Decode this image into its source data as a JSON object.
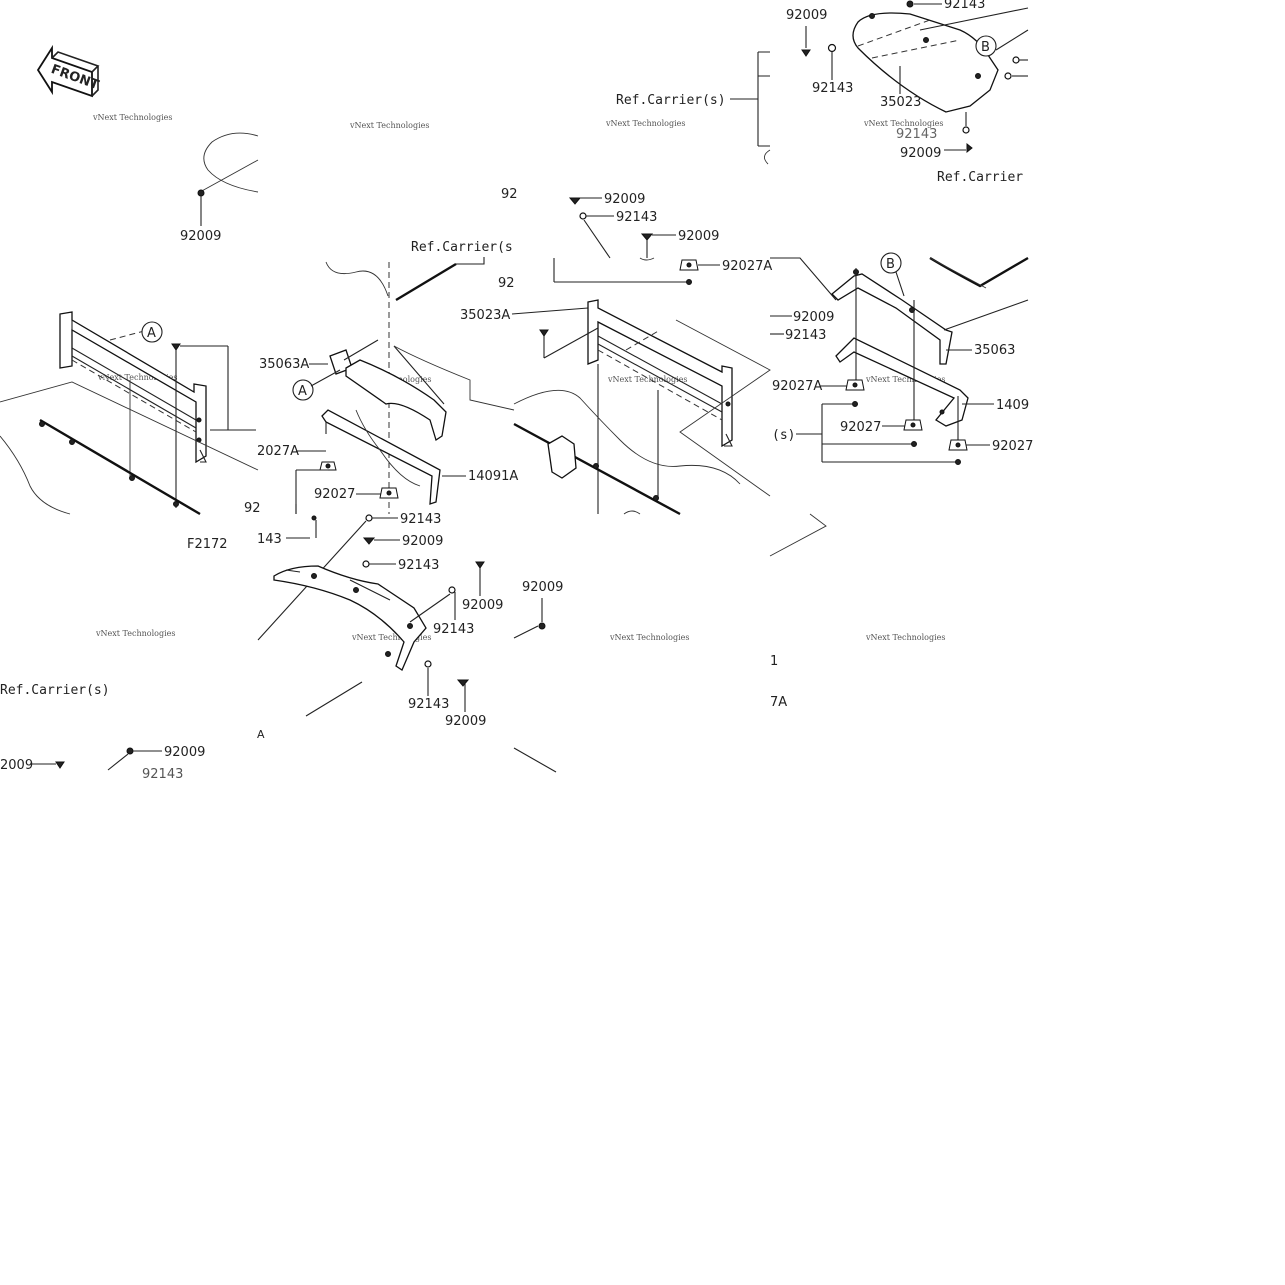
{
  "front_label": "FRONT",
  "figure_code": "F2172",
  "watermark": [
    "vNext Technologies",
    "vNext Technologies"
  ],
  "callouts": {
    "a": "A",
    "b": "B"
  },
  "labels": {
    "p92009_a": "92009",
    "p92143_a": "92143",
    "p92143_b": "92143",
    "p35023": "35023",
    "p92009_b": "92009",
    "p92143_c": "92143",
    "ref_carrier_a": "Ref.Carrier(s)",
    "ref_carrier_b": "Ref.Carrier",
    "p92009_c": "92009",
    "p92009_d": "92009",
    "p92143_d": "92143",
    "p92009_e": "92009",
    "p92027a_a": "92027A",
    "ref_carrier_c": "Ref.Carrier(s",
    "p92_a": "92",
    "p92_b": "92",
    "p35023a": "35023A",
    "p35063a": "35063A",
    "p92009_f": "92009",
    "p92143_e": "92143",
    "p35063": "35063",
    "p92027a_b": "2027A",
    "p92027_a": "92027",
    "p14091a": "14091A",
    "p92_c": "92",
    "p92027a_c": "92027A",
    "p1409": "1409",
    "ref_carrier_d": "(s)",
    "p92027_b": "92027",
    "p92027_c": "92027",
    "p143_a": "143",
    "p92143_f": "92143",
    "p92009_g": "92009",
    "p92143_g": "92143",
    "p92009_h": "92009",
    "p92143_h": "92143",
    "p92009_i": "92009",
    "p92143_i": "92143",
    "p92009_j": "92009",
    "ref_carrier_e": "Ref.Carrier(s)",
    "p92009_k": "92009",
    "p92009_l": "2009",
    "p92143_j": "92143",
    "frag_1": "1",
    "frag_7a": "7A",
    "frag_a": "A"
  }
}
